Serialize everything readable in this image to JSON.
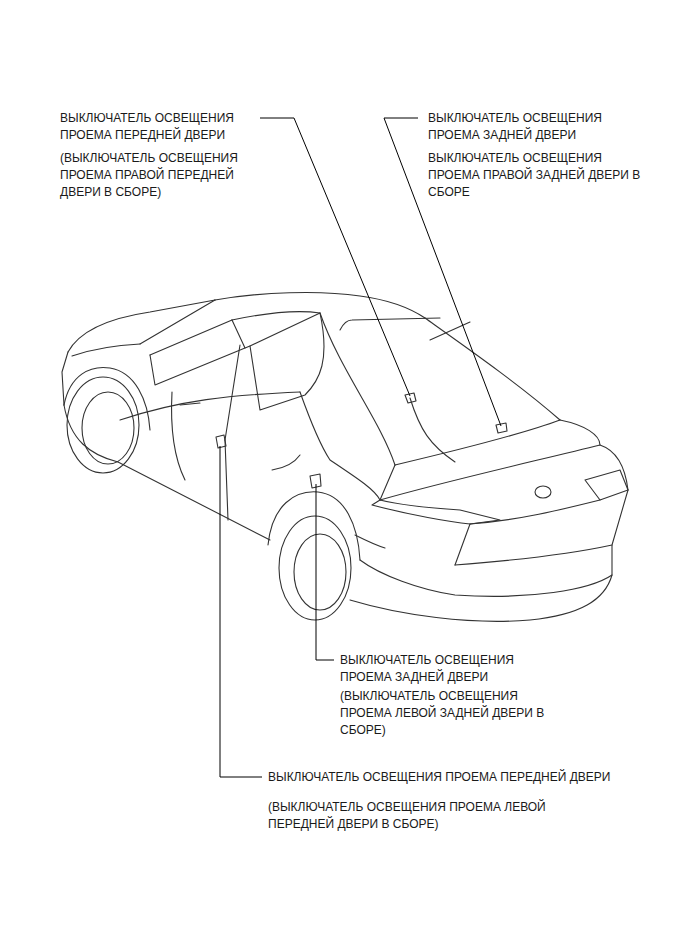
{
  "diagram": {
    "labels": [
      "ВЫКЛЮЧАТЕЛЬ ОСВЕЩЕНИЯ ПРОЕМА ПЕРЕДНЕЙ ДВЕРИ",
      "(ВЫКЛЮЧАТЕЛЬ ОСВЕЩЕНИЯ ПРОЕМА ПРАВОЙ ПЕРЕДНЕЙ ДВЕРИ В СБОРЕ)",
      "ВЫКЛЮЧАТЕЛЬ ОСВЕЩЕНИЯ ПРОЕМА ЗАДНЕЙ ДВЕРИ",
      "ВЫКЛЮЧАТЕЛЬ ОСВЕЩЕНИЯ ПРОЕМА ПРАВОЙ ЗАДНЕЙ ДВЕРИ В СБОРЕ",
      "ВЫКЛЮЧАТЕЛЬ ОСВЕЩЕНИЯ ПРОЕМА ЗАДНЕЙ ДВЕРИ",
      "(ВЫКЛЮЧАТЕЛЬ ОСВЕЩЕНИЯ ПРОЕМА ЛЕВОЙ ЗАДНЕЙ ДВЕРИ В СБОРЕ)",
      "ВЫКЛЮЧАТЕЛЬ ОСВЕЩЕНИЯ ПРОЕМА ПЕРЕДНЕЙ ДВЕРИ",
      "(ВЫКЛЮЧАТЕЛЬ ОСВЕЩЕНИЯ ПРОЕМА ЛЕВОЙ ПЕРЕДНЕЙ ДВЕРИ В СБОРЕ)"
    ]
  }
}
